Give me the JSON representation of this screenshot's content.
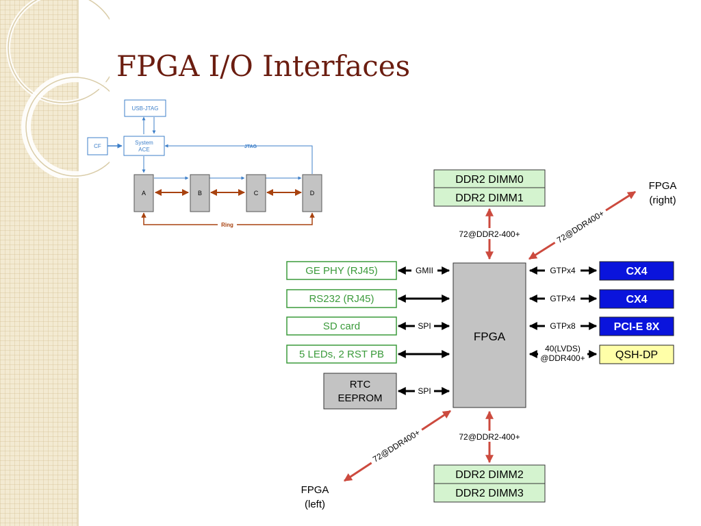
{
  "slide": {
    "title": "FPGA I/O Interfaces"
  },
  "jtag_chain": {
    "usb_jtag": "USB-JTAG",
    "cf": "CF",
    "system_ace_line1": "System",
    "system_ace_line2": "ACE",
    "jtag_label": "JTAG",
    "nodes": [
      "A",
      "B",
      "C",
      "D"
    ],
    "ring_label": "Ring"
  },
  "fpga_block": {
    "center_label": "FPGA",
    "ddr_top": [
      "DDR2 DIMM0",
      "DDR2 DIMM1"
    ],
    "ddr_bottom": [
      "DDR2 DIMM2",
      "DDR2 DIMM3"
    ],
    "ddr_bus_top": "72@DDR2-400+",
    "ddr_bus_bottom": "72@DDR2-400+",
    "fpga_right_line1": "FPGA",
    "fpga_right_line2": "(right)",
    "fpga_right_bus": "72@DDR400+",
    "fpga_left_line1": "FPGA",
    "fpga_left_line2": "(left)",
    "fpga_left_bus": "72@DDR400+",
    "left_devices": [
      {
        "label": "GE PHY (RJ45)",
        "bus": "GMII"
      },
      {
        "label": "RS232 (RJ45)",
        "bus": ""
      },
      {
        "label": "SD card",
        "bus": "SPI"
      },
      {
        "label": "5 LEDs, 2 RST PB",
        "bus": ""
      }
    ],
    "rtc_line1": "RTC",
    "rtc_line2": "EEPROM",
    "rtc_bus": "SPI",
    "right_devices": [
      {
        "label": "CX4",
        "bus": "GTPx4"
      },
      {
        "label": "CX4",
        "bus": "GTPx4"
      },
      {
        "label": "PCI-E 8X",
        "bus": "GTPx8"
      },
      {
        "label": "QSH-DP",
        "bus_line1": "40(LVDS)",
        "bus_line2": "@DDR400+"
      }
    ]
  },
  "colors": {
    "title": "#6b1d10",
    "green_text": "#3a9a3a",
    "green_fill": "#d4f3cf",
    "blue_fill": "#0a14dc",
    "yellow_fill": "#ffffa8",
    "gray_fill": "#c3c3c3",
    "red_arrow": "#cc4a3e",
    "jtag_blue": "#3d7fc9",
    "ring_brown": "#a8420f"
  }
}
